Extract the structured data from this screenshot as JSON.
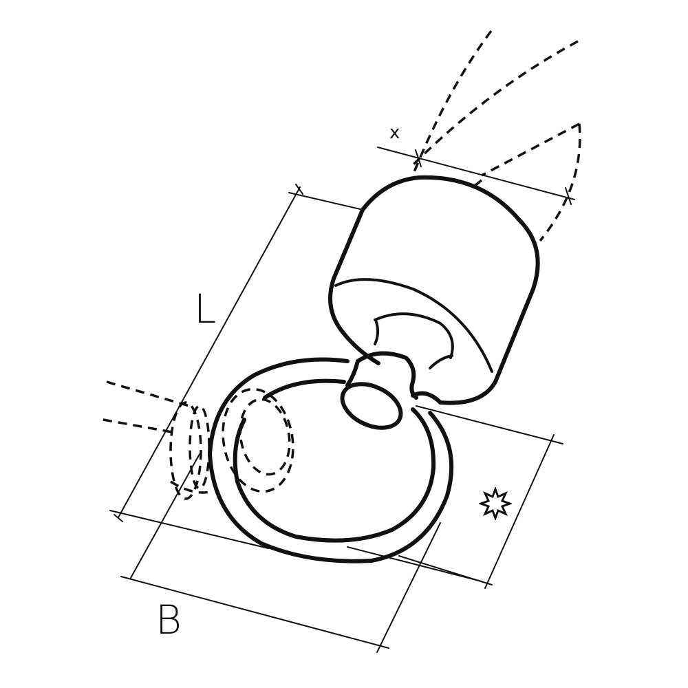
{
  "diagram": {
    "subject": "swivel eye fitting with ring",
    "colors": {
      "line": "#111111",
      "background": "#ffffff"
    },
    "dimensions": {
      "length_label": "L",
      "width_label": "B",
      "diameter_label": "x",
      "ring_symbol": "✲"
    },
    "parts": [
      "cylindrical body",
      "swivel neck",
      "ring",
      "rope/cable (dashed)",
      "shackle alternative (dashed)"
    ]
  }
}
